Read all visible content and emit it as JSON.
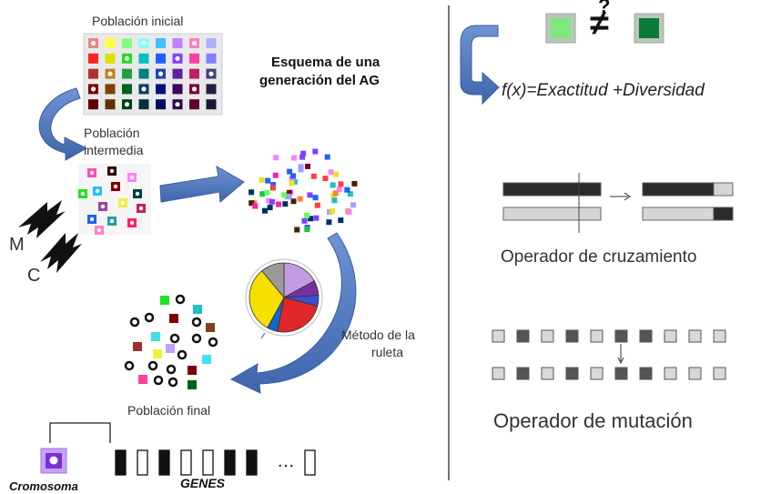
{
  "labels": {
    "poblacion_inicial": "Población inicial",
    "esquema_line1": "Esquema de una",
    "esquema_line2": "generación del AG",
    "poblacion_intermedia_line1": "Población",
    "poblacion_intermedia_line2": "intermedia",
    "mutation_letter": "M",
    "crossover_letter": "C",
    "metodo_line1": "Método de la",
    "metodo_line2": "ruleta",
    "poblacion_final": "Población final",
    "cromosoma": "Cromosoma",
    "genes": "GENES",
    "ellipsis": "…",
    "question_mark": "?",
    "not_equal": "≠",
    "fitness_formula": "f(x)=Exactitud +Diversidad",
    "operador_cruzamiento": "Operador de cruzamiento",
    "operador_mutacion": "Operador de mutación"
  },
  "colors": {
    "arrow_blue": "#4a72b8",
    "fitness_light_green": "#7ee87e",
    "fitness_dark_green": "#0a7a3a",
    "chromosome_purple": "#7b2fd6",
    "bar_dark": "#2a2a2a",
    "bar_light": "#d6d6d6",
    "gene_dark": "#555555",
    "gene_light": "#d8d8d8"
  },
  "roulette_slices": [
    {
      "color": "#c39be0",
      "value": 17
    },
    {
      "color": "#7a2fa0",
      "value": 7
    },
    {
      "color": "#3b4fd0",
      "value": 5
    },
    {
      "color": "#e02828",
      "value": 24
    },
    {
      "color": "#1266c8",
      "value": 5
    },
    {
      "color": "#f5e000",
      "value": 31
    },
    {
      "color": "#9a9a9a",
      "value": 11
    }
  ],
  "mutation_genes_top": [
    "light",
    "dark",
    "light",
    "dark",
    "light",
    "dark",
    "dark",
    "light",
    "light",
    "light"
  ],
  "mutation_genes_bottom": [
    "light",
    "dark",
    "light",
    "dark",
    "light",
    "dark",
    "dark",
    "light",
    "light",
    "light"
  ],
  "mutated_gene_index": 5
}
